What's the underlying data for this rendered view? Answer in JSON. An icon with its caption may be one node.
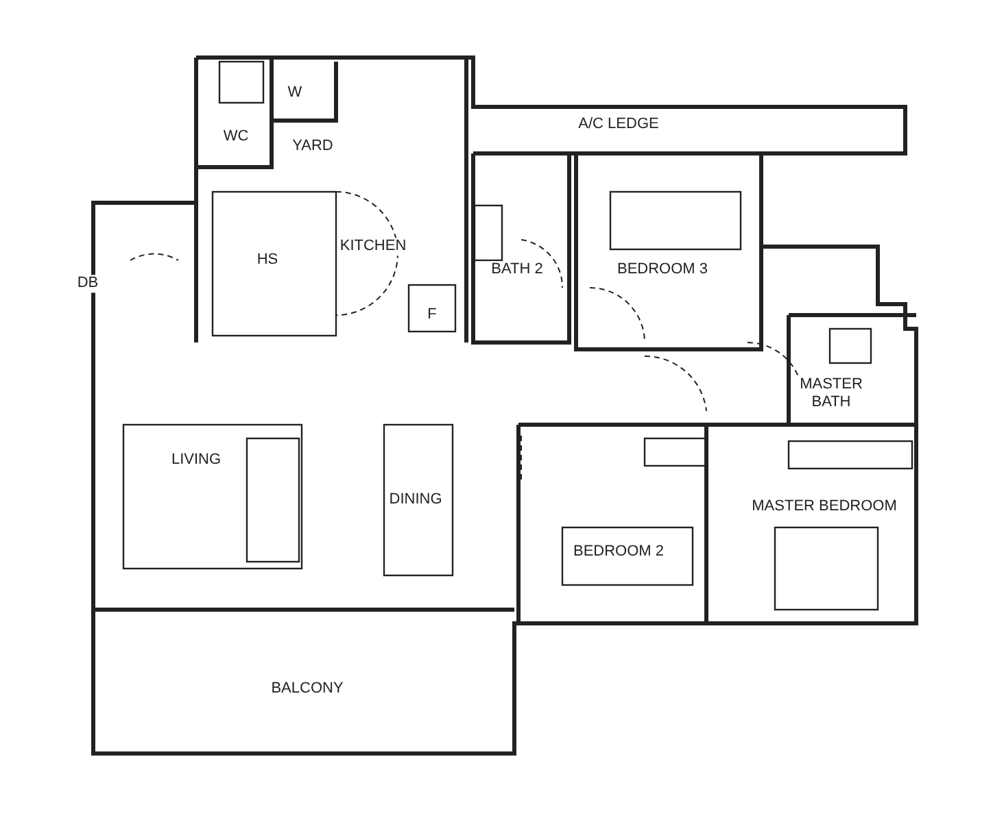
{
  "diagram": {
    "labels": [
      "W",
      "WC",
      "YARD",
      "A/C LEDGE",
      "HS",
      "KITCHEN",
      "DB",
      "BATH 2",
      "BEDROOM 3",
      "F",
      "MASTER BATH",
      "LIVING",
      "DINING",
      "BEDROOM 2",
      "MASTER BEDROOM",
      "BALCONY"
    ]
  }
}
